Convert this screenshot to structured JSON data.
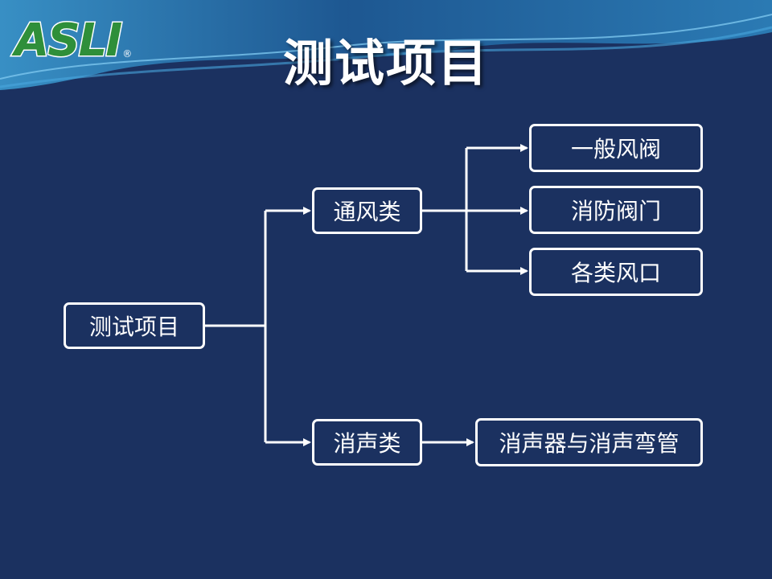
{
  "slide": {
    "title": "测试项目",
    "logo": {
      "text": "ASLI",
      "trademark": "®"
    }
  },
  "diagram": {
    "root": "测试项目",
    "categories": [
      {
        "label": "通风类",
        "children": [
          "一般风阀",
          "消防阀门",
          "各类风口"
        ]
      },
      {
        "label": "消声类",
        "children": [
          "消声器与消声弯管"
        ]
      }
    ]
  },
  "colors": {
    "background": "#1b3160",
    "box_border": "#ffffff",
    "text": "#ffffff",
    "logo_green": "#2f8f3a",
    "header_wave": "#2e87c2"
  }
}
